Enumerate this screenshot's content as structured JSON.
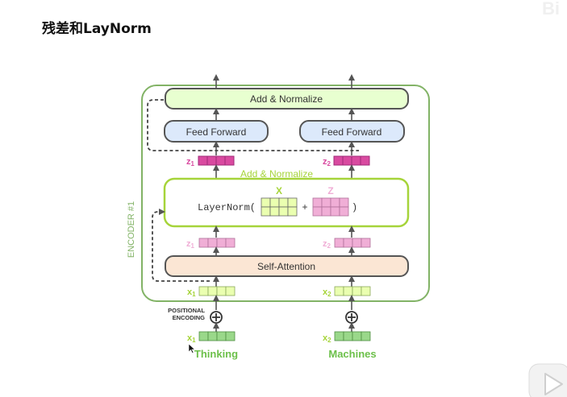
{
  "slide": {
    "title": "残差和LayNorm",
    "watermark": "Bi"
  },
  "encoder": {
    "label": "ENCODER #1"
  },
  "blocks": {
    "add_normalize_top": "Add & Normalize",
    "feed_forward_1": "Feed Forward",
    "feed_forward_2": "Feed Forward",
    "add_normalize_mid": "Add & Normalize",
    "self_attention": "Self-Attention"
  },
  "layernorm": {
    "prefix": "LayerNorm(",
    "plus": "+",
    "suffix": ")",
    "x_label": "X",
    "z_label": "Z"
  },
  "vectors": {
    "z1_top": "z",
    "z1_top_sub": "1",
    "z2_top": "z",
    "z2_top_sub": "2",
    "z1_mid": "z",
    "z1_mid_sub": "1",
    "z2_mid": "z",
    "z2_mid_sub": "2",
    "x1_in": "x",
    "x1_in_sub": "1",
    "x2_in": "x",
    "x2_in_sub": "2",
    "x1_emb": "x",
    "x1_emb_sub": "1",
    "x2_emb": "x",
    "x2_emb_sub": "2"
  },
  "positional": {
    "line1": "POSITIONAL",
    "line2": "ENCODING"
  },
  "words": {
    "word1": "Thinking",
    "word2": "Machines"
  },
  "colors": {
    "encoder_border": "#82b366",
    "add_norm_fill": "#e8ffd0",
    "ff_fill": "#dce9fb",
    "sa_fill": "#fbe6d4",
    "lime": "#a6d43a",
    "z_strong": "#d94aa0",
    "z_light": "#f0aed6",
    "x_light": "#eaffb0",
    "x_emb": "#9ad88a",
    "word_green": "#6cc04a"
  }
}
